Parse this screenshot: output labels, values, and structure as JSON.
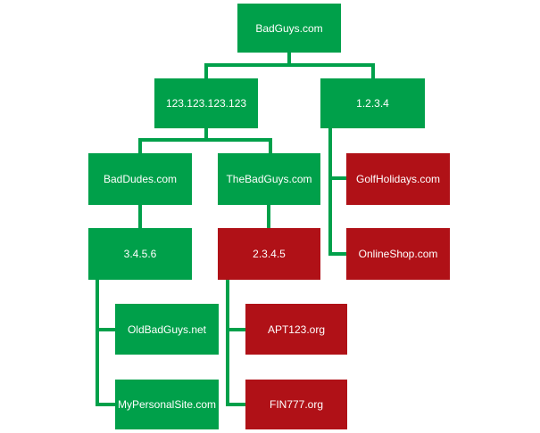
{
  "colors": {
    "benign": "#00a04a",
    "malicious": "#b01117",
    "connector": "#00a04a"
  },
  "nodes": {
    "root": {
      "label": "BadGuys.com",
      "status": "benign"
    },
    "ip_a": {
      "label": "123.123.123.123",
      "status": "benign"
    },
    "ip_b": {
      "label": "1.2.3.4",
      "status": "benign"
    },
    "baddudes": {
      "label": "BadDudes.com",
      "status": "benign"
    },
    "thebadguys": {
      "label": "TheBadGuys.com",
      "status": "benign"
    },
    "golfholidays": {
      "label": "GolfHolidays.com",
      "status": "malicious"
    },
    "onlineshop": {
      "label": "OnlineShop.com",
      "status": "malicious"
    },
    "ip_c": {
      "label": "3.4.5.6",
      "status": "benign"
    },
    "ip_d": {
      "label": "2.3.4.5",
      "status": "malicious"
    },
    "oldbadguys": {
      "label": "OldBadGuys.net",
      "status": "benign"
    },
    "mypersonalsite": {
      "label": "MyPersonalSite.com",
      "status": "benign"
    },
    "apt123": {
      "label": "APT123.org",
      "status": "malicious"
    },
    "fin777": {
      "label": "FIN777.org",
      "status": "malicious"
    }
  }
}
